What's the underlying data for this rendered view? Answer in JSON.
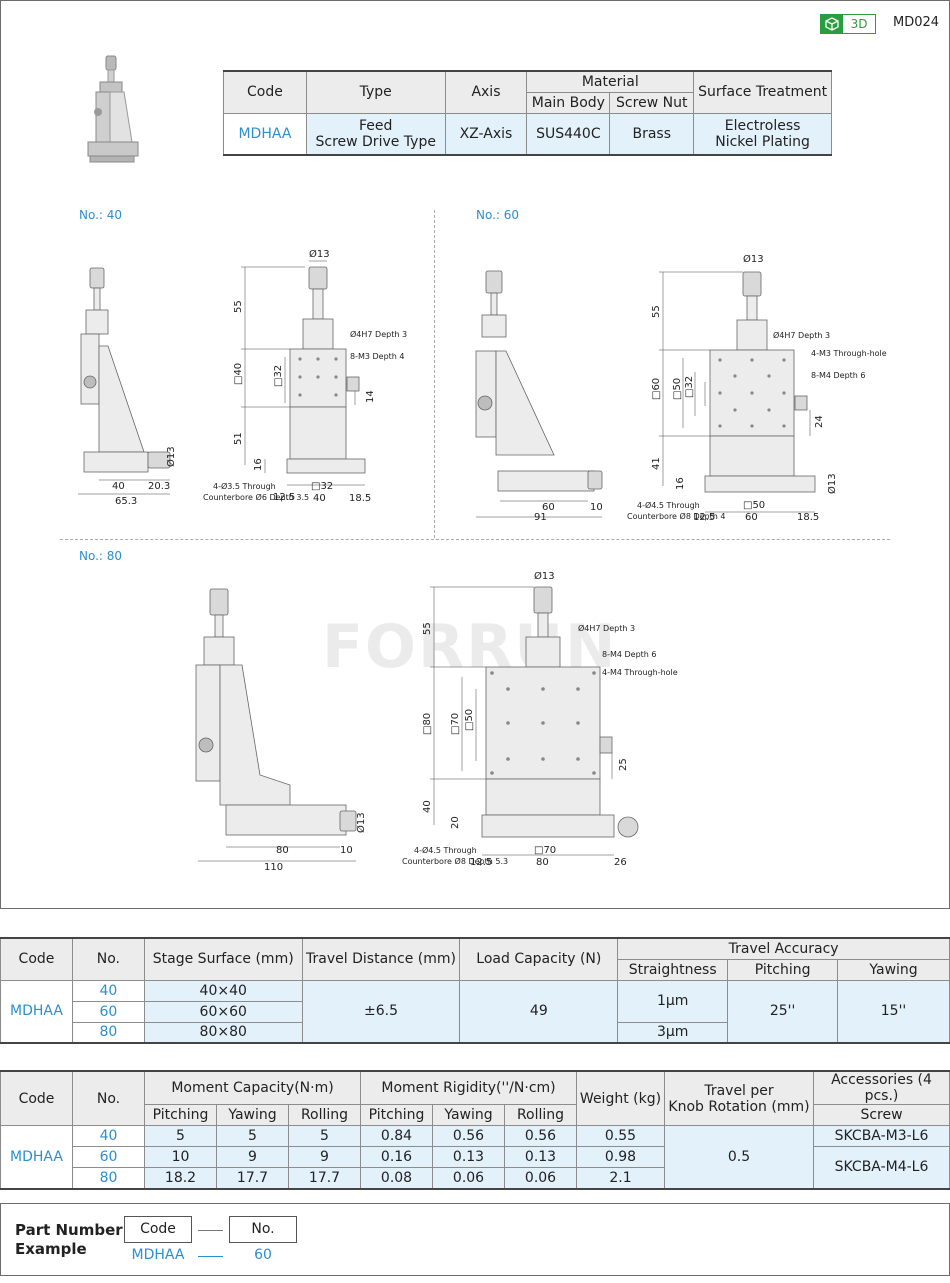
{
  "header": {
    "badge": "3D",
    "code": "MD024"
  },
  "spec": {
    "headers": {
      "code": "Code",
      "type": "Type",
      "axis": "Axis",
      "material": "Material",
      "main_body": "Main Body",
      "screw_nut": "Screw Nut",
      "surface": "Surface Treatment"
    },
    "row": {
      "code": "MDHAA",
      "type_l1": "Feed",
      "type_l2": "Screw Drive Type",
      "axis": "XZ-Axis",
      "main_body": "SUS440C",
      "screw_nut": "Brass",
      "surface_l1": "Electroless",
      "surface_l2": "Nickel Plating"
    }
  },
  "drawings": {
    "no40": {
      "label": "No.: 40",
      "side": {
        "w": "40",
        "k": "20.3",
        "total": "65.3",
        "d13": "Ø13"
      },
      "front": {
        "top_d": "Ø13",
        "h55": "55",
        "h40": "□40",
        "h32": "□32",
        "h51": "51",
        "h16": "16",
        "h14": "14",
        "c1": "Ø4H7 Depth 3",
        "c2": "8-M3 Depth 4",
        "c3": "4-Ø3.5 Through",
        "c4": "Counterbore Ø6 Depth 3.5",
        "b1": "12.5",
        "b2": "□32",
        "b3": "40",
        "b4": "18.5"
      }
    },
    "no60": {
      "label": "No.: 60",
      "side": {
        "w": "60",
        "k": "10",
        "total": "91"
      },
      "front": {
        "top_d": "Ø13",
        "h55": "55",
        "h60": "□60",
        "h50": "□50",
        "h32": "□32",
        "h41": "41",
        "h16": "16",
        "h24": "24",
        "d13": "Ø13",
        "c1": "Ø4H7 Depth 3",
        "c2": "4-M3 Through-hole",
        "c3": "8-M4 Depth 6",
        "c4": "4-Ø4.5 Through",
        "c5": "Counterbore Ø8 Depth 4",
        "b1": "12.5",
        "b2": "□50",
        "b3": "60",
        "b4": "18.5"
      }
    },
    "no80": {
      "label": "No.: 80",
      "side": {
        "w": "80",
        "k": "10",
        "total": "110",
        "d13": "Ø13"
      },
      "front": {
        "top_d": "Ø13",
        "h55": "55",
        "h80": "□80",
        "h70": "□70",
        "h50": "□50",
        "h40": "40",
        "h20": "20",
        "h25": "25",
        "c1": "Ø4H7 Depth 3",
        "c2": "8-M4 Depth 6",
        "c3": "4-M4 Through-hole",
        "c4": "4-Ø4.5 Through",
        "c5": "Counterbore Ø8 Depth 5.3",
        "b1": "12.5",
        "b2": "□70",
        "b3": "80",
        "b4": "26"
      }
    },
    "watermark": "FORRUN"
  },
  "table1": {
    "headers": {
      "code": "Code",
      "no": "No.",
      "stage": "Stage Surface (mm)",
      "travel": "Travel Distance (mm)",
      "load": "Load Capacity (N)",
      "accuracy": "Travel Accuracy",
      "straight": "Straightness",
      "pitching": "Pitching",
      "yawing": "Yawing"
    },
    "code": "MDHAA",
    "rows": [
      {
        "no": "40",
        "stage": "40×40"
      },
      {
        "no": "60",
        "stage": "60×60"
      },
      {
        "no": "80",
        "stage": "80×80"
      }
    ],
    "travel": "±6.5",
    "load": "49",
    "straight_a": "1μm",
    "straight_b": "3μm",
    "pitching": "25''",
    "yawing": "15''"
  },
  "table2": {
    "headers": {
      "code": "Code",
      "no": "No.",
      "moment_cap": "Moment Capacity(N·m)",
      "moment_rig": "Moment Rigidity(''/N·cm)",
      "pitching": "Pitching",
      "yawing": "Yawing",
      "rolling": "Rolling",
      "weight": "Weight (kg)",
      "travel_l1": "Travel per",
      "travel_l2": "Knob Rotation (mm)",
      "accessories": "Accessories (4 pcs.)",
      "screw": "Screw"
    },
    "code": "MDHAA",
    "rows": [
      {
        "no": "40",
        "cp": "5",
        "cy": "5",
        "cr": "5",
        "rp": "0.84",
        "ry": "0.56",
        "rr": "0.56",
        "w": "0.55"
      },
      {
        "no": "60",
        "cp": "10",
        "cy": "9",
        "cr": "9",
        "rp": "0.16",
        "ry": "0.13",
        "rr": "0.13",
        "w": "0.98"
      },
      {
        "no": "80",
        "cp": "18.2",
        "cy": "17.7",
        "cr": "17.7",
        "rp": "0.08",
        "ry": "0.06",
        "rr": "0.06",
        "w": "2.1"
      }
    ],
    "travel": "0.5",
    "screw_a": "SKCBA-M3-L6",
    "screw_b": "SKCBA-M4-L6"
  },
  "part_number": {
    "title_l1": "Part Number",
    "title_l2": "Example",
    "code_label": "Code",
    "no_label": "No.",
    "code_value": "MDHAA",
    "no_value": "60"
  }
}
